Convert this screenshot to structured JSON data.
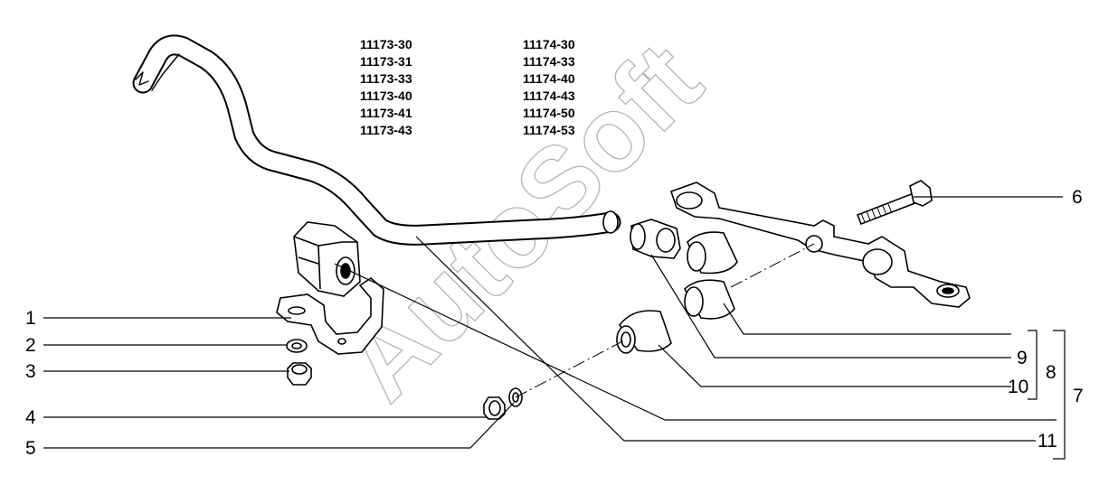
{
  "model_codes": {
    "left": [
      "11173-30",
      "11173-31",
      "11173-33",
      "11173-40",
      "11173-41",
      "11173-43"
    ],
    "right": [
      "11174-30",
      "11174-33",
      "11174-40",
      "11174-43",
      "11174-50",
      "11174-53"
    ]
  },
  "callouts": {
    "c1": "1",
    "c2": "2",
    "c3": "3",
    "c4": "4",
    "c5": "5",
    "c6": "6",
    "c7": "7",
    "c8": "8",
    "c9": "9",
    "c10": "10",
    "c11": "11"
  },
  "watermark": "AutoSoft"
}
